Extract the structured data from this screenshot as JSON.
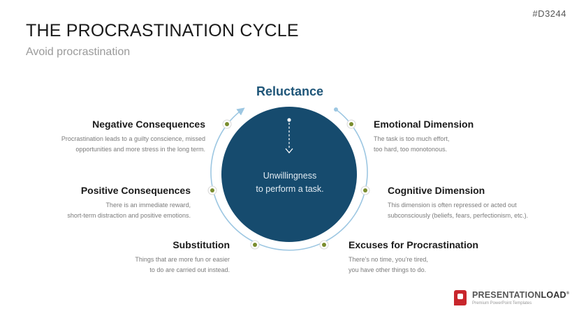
{
  "slide_id": "#D3244",
  "title": "THE PROCRASTINATION CYCLE",
  "subtitle": "Avoid procrastination",
  "colors": {
    "circle": "#164b6e",
    "ring": "#9dc7e2",
    "node": "#7a8d2e",
    "heading": "#1e5578"
  },
  "diagram": {
    "top_label": "Reluctance",
    "center": {
      "line1": "Unwillingness",
      "line2": "to perform a task."
    },
    "stages": [
      {
        "id": "emotional",
        "title": "Emotional Dimension",
        "lines": [
          "The task is too much effort,",
          "too hard, too monotonous."
        ]
      },
      {
        "id": "cognitive",
        "title": "Cognitive Dimension",
        "lines": [
          "This dimension is often repressed or acted out",
          "subconsciously (beliefs, fears, perfectionism, etc.)."
        ]
      },
      {
        "id": "excuses",
        "title": "Excuses for Procrastination",
        "lines": [
          "There’s no time, you’re tired,",
          "you have other things to do."
        ]
      },
      {
        "id": "substitution",
        "title": "Substitution",
        "lines": [
          "Things that are more fun or easier",
          "to do are carried out instead."
        ]
      },
      {
        "id": "positive",
        "title": "Positive Consequences",
        "lines": [
          "There is an immediate reward,",
          "short-term distraction and positive emotions."
        ]
      },
      {
        "id": "negative",
        "title": "Negative Consequences",
        "lines": [
          "Procrastination leads to a guilty conscience, missed",
          "opportunities and more stress in the long term."
        ]
      }
    ]
  },
  "logo": {
    "name_light": "PRESENTATION",
    "name_bold": "LOAD",
    "mark": "®",
    "tagline": "Premium PowerPoint Templates"
  }
}
